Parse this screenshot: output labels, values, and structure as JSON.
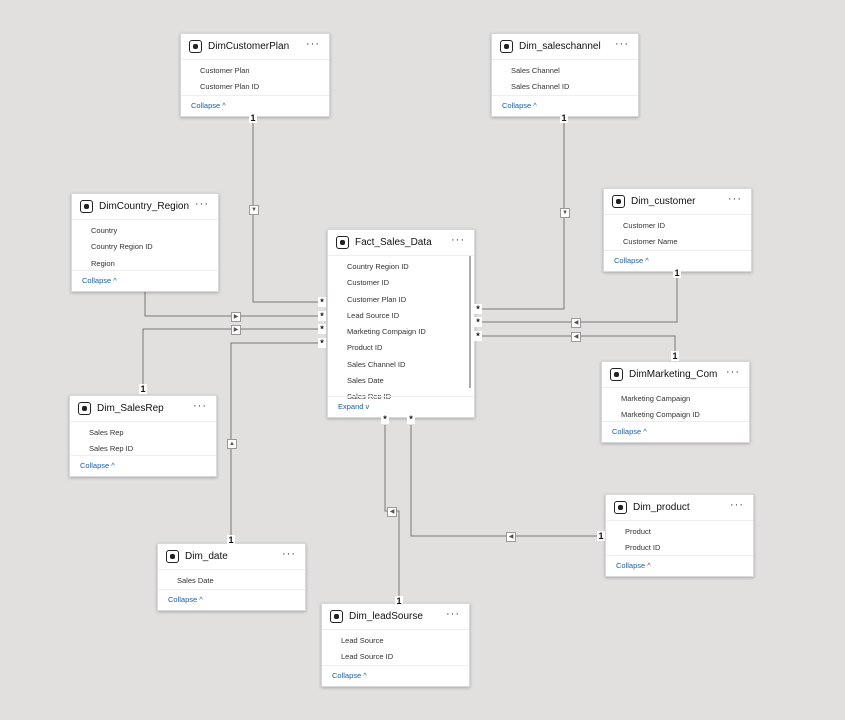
{
  "tables": {
    "customerplan": {
      "name": "DimCustomerPlan",
      "fields": [
        "Customer Plan",
        "Customer Plan ID"
      ],
      "footer": "Collapse"
    },
    "saleschannel": {
      "name": "Dim_saleschannel",
      "fields": [
        "Sales Channel",
        "Sales Channel ID"
      ],
      "footer": "Collapse"
    },
    "country": {
      "name": "DimCountry_Region",
      "fields": [
        "Country",
        "Country Region ID",
        "Region"
      ],
      "footer": "Collapse"
    },
    "fact": {
      "name": "Fact_Sales_Data",
      "fields": [
        "Country Region ID",
        "Customer ID",
        "Customer Plan ID",
        "Lead Source ID",
        "Marketing Compaign ID",
        "Product ID",
        "Sales Channel ID",
        "Sales Date",
        "Sales Rep ID"
      ],
      "footer": "Expand"
    },
    "customer": {
      "name": "Dim_customer",
      "fields": [
        "Customer ID",
        "Customer Name"
      ],
      "footer": "Collapse"
    },
    "salesrep": {
      "name": "Dim_SalesRep",
      "fields": [
        "Sales Rep",
        "Sales Rep ID"
      ],
      "footer": "Collapse"
    },
    "marketing": {
      "name": "DimMarketing_Com",
      "fields": [
        "Marketing Campaign",
        "Marketing Compaign ID"
      ],
      "footer": "Collapse"
    },
    "product": {
      "name": "Dim_product",
      "fields": [
        "Product",
        "Product ID"
      ],
      "footer": "Collapse"
    },
    "date": {
      "name": "Dim_date",
      "fields": [
        "Sales Date"
      ],
      "footer": "Collapse"
    },
    "leadsource": {
      "name": "Dim_leadSourse",
      "fields": [
        "Lead Source",
        "Lead Source ID"
      ],
      "footer": "Collapse"
    }
  },
  "cardinality": {
    "one": "1",
    "many": "*"
  },
  "more_label": "···",
  "chevron_up": "^",
  "chevron_down": "v"
}
